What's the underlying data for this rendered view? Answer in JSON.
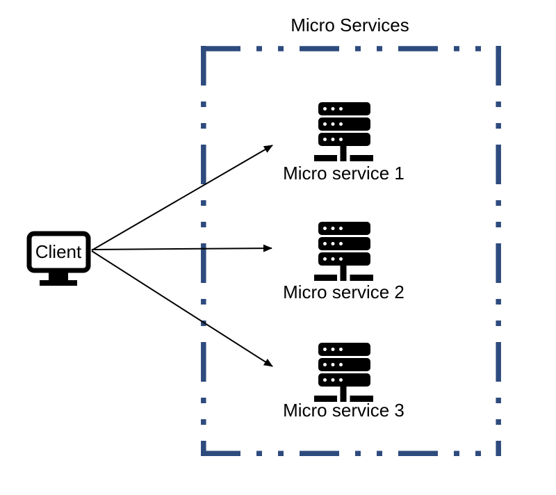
{
  "diagram": {
    "title": "Micro Services",
    "client": {
      "label": "Client"
    },
    "services": [
      {
        "label": "Micro service 1"
      },
      {
        "label": "Micro service 2"
      },
      {
        "label": "Micro service 3"
      }
    ],
    "arrows": [
      {
        "from": "client",
        "to": "service-1"
      },
      {
        "from": "client",
        "to": "service-2"
      },
      {
        "from": "client",
        "to": "service-3"
      }
    ],
    "colors": {
      "boundary": "#2E4B7E",
      "ink": "#000000",
      "background": "#FFFFFF"
    }
  }
}
